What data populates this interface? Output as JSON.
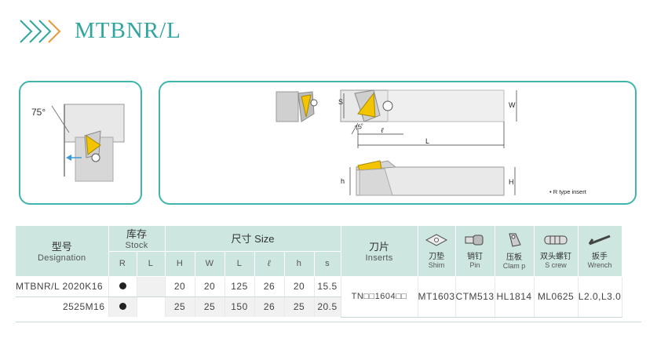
{
  "header": {
    "title": "MTBNR/L"
  },
  "left_diagram": {
    "angle_label": "75°"
  },
  "right_diagram": {
    "labels": {
      "s": "S",
      "w": "W",
      "angle": "75°",
      "l_small": "ℓ",
      "L": "L",
      "h": "h",
      "H": "H"
    },
    "note": "• R type insert"
  },
  "table": {
    "headers": {
      "model_cn": "型号",
      "model_en": "Designation",
      "stock_cn": "库存",
      "stock_en": "Stock",
      "stock_R": "R",
      "stock_L": "L",
      "size_title": "尺寸 Size",
      "size_cols": [
        "H",
        "W",
        "L",
        "ℓ",
        "h",
        "s"
      ],
      "insert_cn": "刀片",
      "insert_en": "Inserts",
      "shim_cn": "刀垫",
      "shim_en": "Shim",
      "pin_cn": "销钉",
      "pin_en": "Pin",
      "clamp_cn": "压板",
      "clamp_en": "Clam p",
      "screw_cn": "双头螺钉",
      "screw_en": "S crew",
      "wrench_cn": "扳手",
      "wrench_en": "Wrench"
    },
    "rows": [
      {
        "designation": "MTBNR/L 2020K16",
        "stock_R": true,
        "stock_L": false,
        "H": "20",
        "W": "20",
        "L": "125",
        "l": "26",
        "h": "20",
        "s": "15.5"
      },
      {
        "designation": "2525M16",
        "stock_R": true,
        "stock_L": false,
        "H": "25",
        "W": "25",
        "L": "150",
        "l": "26",
        "h": "25",
        "s": "20.5"
      }
    ],
    "shared": {
      "insert": "TN□□1604□□",
      "shim": "MT1603",
      "pin": "CTM513",
      "clamp": "HL1814",
      "screw": "ML0625",
      "wrench": "L2.0,L3.0"
    }
  },
  "colors": {
    "accent": "#2ea5a0",
    "chevron1": "#2ea5a0",
    "chevron2": "#e69a3a",
    "header_bg": "#cde7e0",
    "insert_yellow": "#f2c500"
  }
}
